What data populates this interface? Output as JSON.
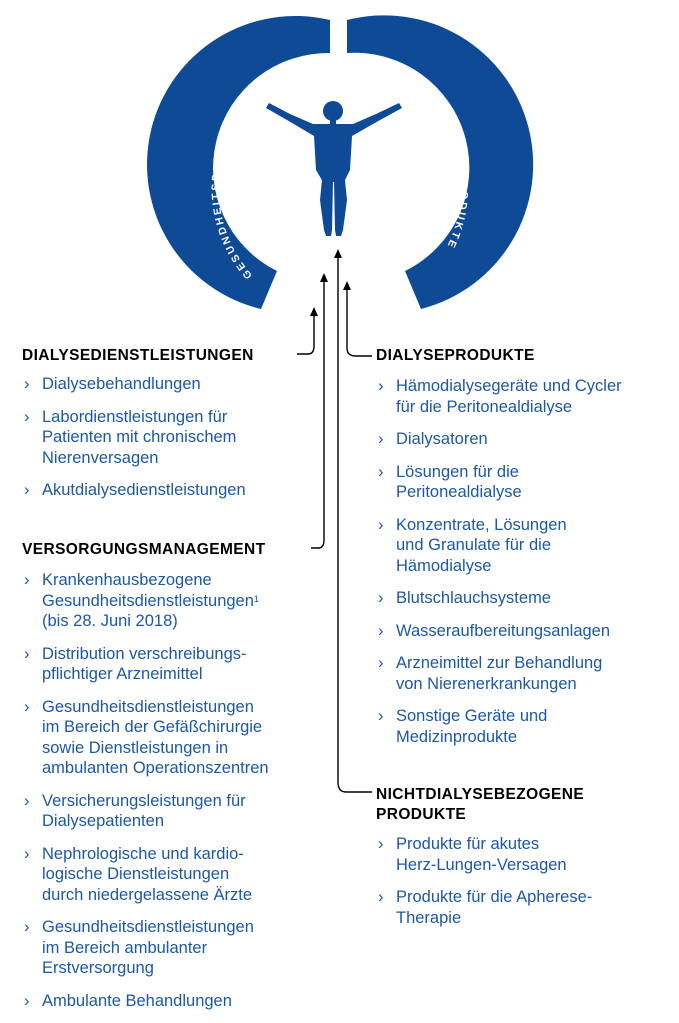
{
  "arcs": {
    "left_label": "GESUNDHEITSDIENSTLEISTUNGEN",
    "right_label": "GESUNDHEITSPRODUKTE"
  },
  "colors": {
    "arc_blue": "#0f4a97",
    "text_blue": "#1c58a8",
    "heading": "#000000"
  },
  "left": {
    "dialysis_services": {
      "heading": "DIALYSEDIENSTLEISTUNGEN",
      "items": [
        "Dialysebehandlungen",
        "Labordienstleistungen für\nPatienten mit chronischem\nNierenversagen",
        "Akutdialysedienstleistungen"
      ]
    },
    "care_management": {
      "heading": "VERSORGUNGSMANAGEMENT",
      "item0_text": "Krankenhausbezogene\nGesundheitsdienstleistungen",
      "item0_sup": "1",
      "item0_suffix": "\n(bis 28. Juni 2018)",
      "items": [
        "Distribution verschreibungs-\npflichtiger Arzneimittel",
        "Gesundheitsdienstleistungen\nim Bereich der Gefäßchirurgie\nsowie Dienstleistungen in\nambulanten Operationszentren",
        "Versicherungsleistungen für\nDialysepatienten",
        "Nephrologische und kardio-\nlogische Dienstleistungen\ndurch niedergelassene Ärzte",
        "Gesundheitsdienstleistungen\nim Bereich ambulanter\nErstversorgung",
        "Ambulante Behandlungen"
      ]
    }
  },
  "right": {
    "dialysis_products": {
      "heading": "DIALYSEPRODUKTE",
      "items": [
        "Hämodialysegeräte und Cycler\nfür die Peritonealdialyse",
        "Dialysatoren",
        "Lösungen für die\nPeritonealdialyse",
        "Konzentrate, Lösungen\nund Granulate für die\nHämodialyse",
        "Blutschlauchsysteme",
        "Wasseraufbereitungsanlagen",
        "Arzneimittel zur Behandlung\nvon Nierenerkrankungen",
        "Sonstige Geräte und\nMedizinprodukte"
      ]
    },
    "non_dialysis_products": {
      "heading": "NICHTDIALYSEBEZOGENE\nPRODUKTE",
      "items": [
        "Produkte für akutes\nHerz-Lungen-Versagen",
        "Produkte für die Apherese-\nTherapie"
      ]
    }
  }
}
